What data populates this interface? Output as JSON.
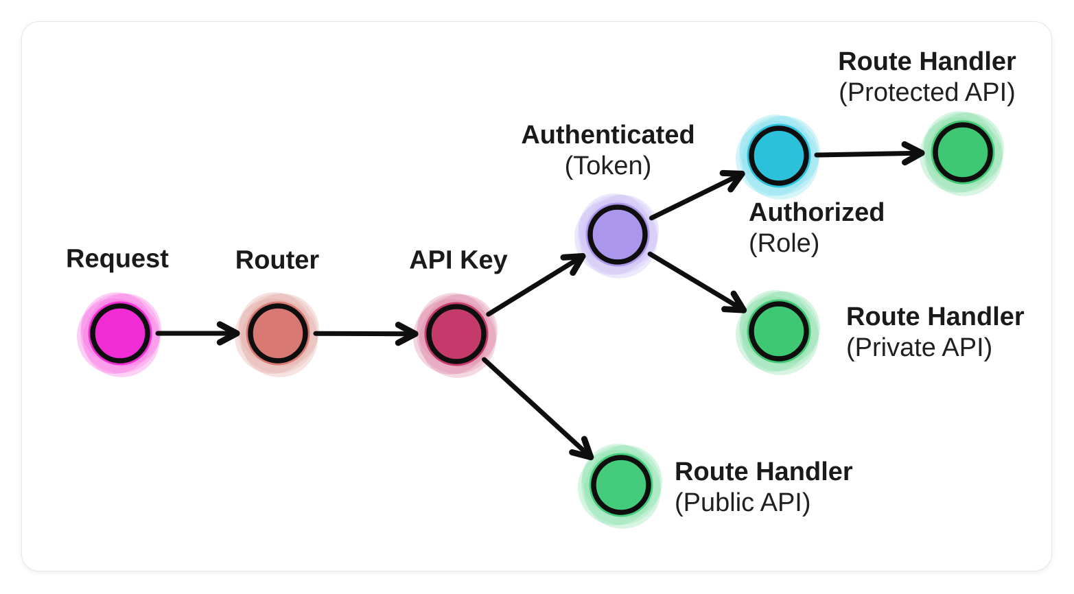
{
  "page": {
    "background": "#ffffff",
    "card_background": "#ffffff",
    "card_border": "#e7e7e7"
  },
  "diagram": {
    "stroke_color": "#0e0e0e",
    "text_color": "#1a1a1a",
    "nodes": [
      {
        "id": "request",
        "label": "Request",
        "sublabel": "",
        "fill": "#f22cd5",
        "halo": "#f873e3"
      },
      {
        "id": "router",
        "label": "Router",
        "sublabel": "",
        "fill": "#d97973",
        "halo": "#e3aba5"
      },
      {
        "id": "api-key",
        "label": "API Key",
        "sublabel": "",
        "fill": "#c43a6b",
        "halo": "#de8aa8"
      },
      {
        "id": "authenticated",
        "label": "Authenticated",
        "sublabel": "(Token)",
        "fill": "#ab96ee",
        "halo": "#c9bcf5"
      },
      {
        "id": "authorized",
        "label": "Authorized",
        "sublabel": "(Role)",
        "fill": "#2bc1db",
        "halo": "#82e0ed"
      },
      {
        "id": "route-handler-protected",
        "label": "Route Handler",
        "sublabel": "(Protected API)",
        "fill": "#3ec873",
        "halo": "#8adfa9"
      },
      {
        "id": "route-handler-private",
        "label": "Route Handler",
        "sublabel": "(Private API)",
        "fill": "#3ec873",
        "halo": "#8adfa9"
      },
      {
        "id": "route-handler-public",
        "label": "Route Handler",
        "sublabel": "(Public API)",
        "fill": "#44cb7c",
        "halo": "#8ae2ab"
      }
    ],
    "edges": [
      {
        "from": "request",
        "to": "router"
      },
      {
        "from": "router",
        "to": "api-key"
      },
      {
        "from": "api-key",
        "to": "authenticated"
      },
      {
        "from": "api-key",
        "to": "route-handler-public"
      },
      {
        "from": "authenticated",
        "to": "authorized"
      },
      {
        "from": "authenticated",
        "to": "route-handler-private"
      },
      {
        "from": "authorized",
        "to": "route-handler-protected"
      }
    ]
  }
}
